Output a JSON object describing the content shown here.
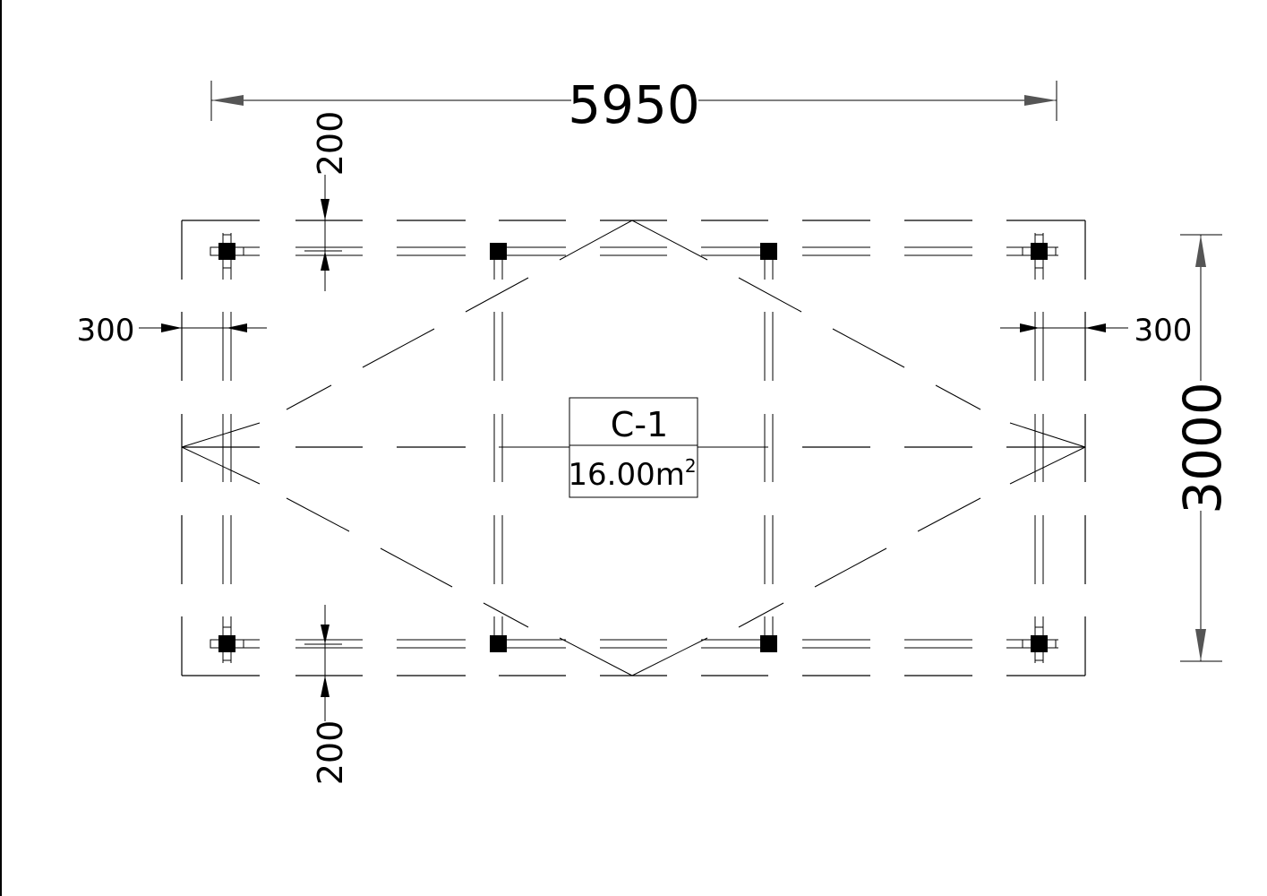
{
  "drawing": {
    "overall_length": "5950",
    "overall_width": "3000",
    "post_offset_top": "200",
    "post_offset_bottom": "200",
    "post_offset_left": "300",
    "post_offset_right": "300",
    "room_tag": {
      "code": "C-1",
      "area_value": "16.00",
      "area_unit": "m",
      "area_sup": "2"
    }
  },
  "colors": {
    "line": "#000000",
    "background": "#ffffff"
  }
}
